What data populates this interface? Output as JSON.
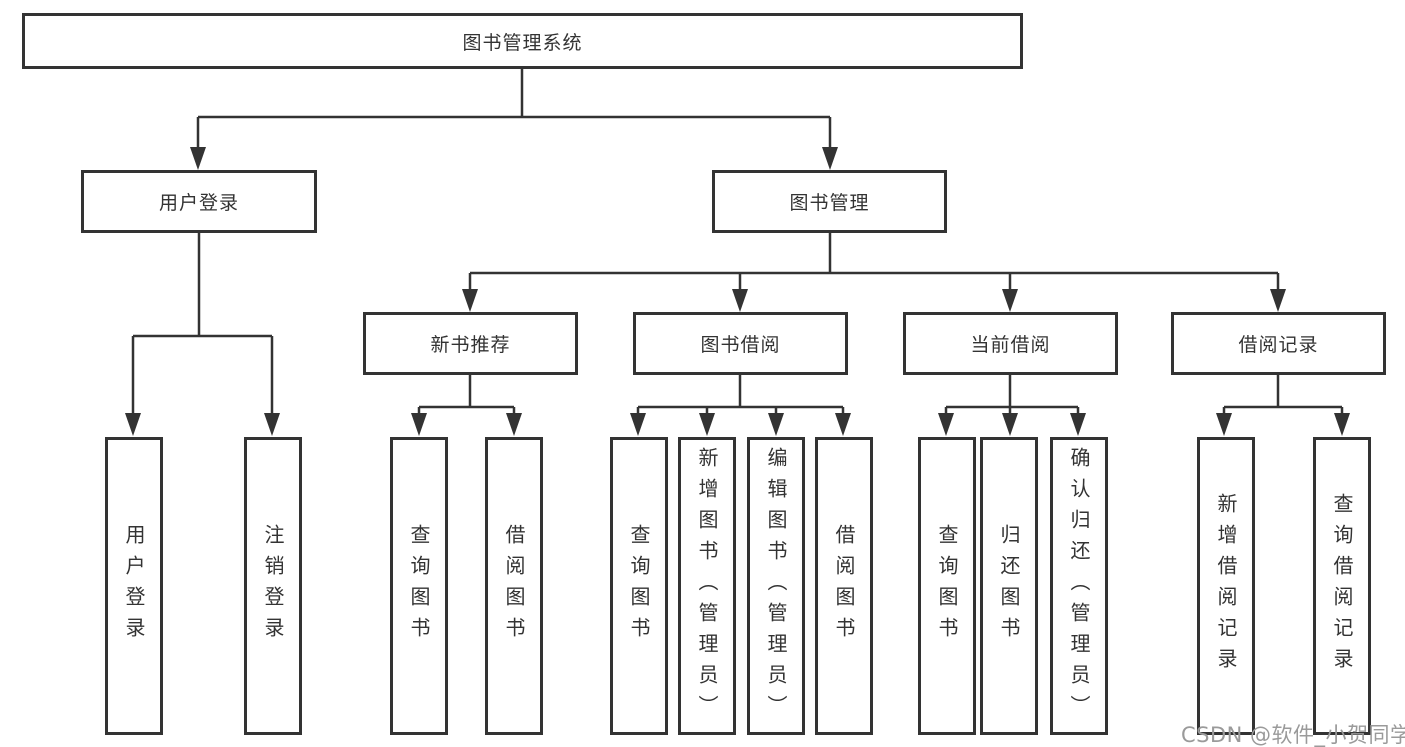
{
  "diagram": {
    "root": {
      "label": "图书管理系统"
    },
    "level2": [
      {
        "id": "user-login",
        "label": "用户登录"
      },
      {
        "id": "book-management",
        "label": "图书管理"
      }
    ],
    "level3": [
      {
        "id": "new-book-recommend",
        "label": "新书推荐",
        "parent": "book-management"
      },
      {
        "id": "book-borrowing",
        "label": "图书借阅",
        "parent": "book-management"
      },
      {
        "id": "current-borrowing",
        "label": "当前借阅",
        "parent": "book-management"
      },
      {
        "id": "borrowing-records",
        "label": "借阅记录",
        "parent": "book-management"
      }
    ],
    "level4": [
      {
        "label": "用户登录",
        "parent": "user-login"
      },
      {
        "label": "注销登录",
        "parent": "user-login"
      },
      {
        "label": "查询图书",
        "parent": "new-book-recommend"
      },
      {
        "label": "借阅图书",
        "parent": "new-book-recommend"
      },
      {
        "label": "查询图书",
        "parent": "book-borrowing"
      },
      {
        "label": "新增图书（管理员）",
        "parent": "book-borrowing"
      },
      {
        "label": "编辑图书（管理员）",
        "parent": "book-borrowing"
      },
      {
        "label": "借阅图书",
        "parent": "book-borrowing"
      },
      {
        "label": "查询图书",
        "parent": "current-borrowing"
      },
      {
        "label": "归还图书",
        "parent": "current-borrowing"
      },
      {
        "label": "确认归还（管理员）",
        "parent": "current-borrowing"
      },
      {
        "label": "新增借阅记录",
        "parent": "borrowing-records"
      },
      {
        "label": "查询借阅记录",
        "parent": "borrowing-records"
      }
    ]
  },
  "watermark": {
    "text": "CSDN @软件_小贺同学",
    "color": "#9a9a9a"
  },
  "colors": {
    "line": "#333333",
    "box_border": "#333333",
    "text": "#333333",
    "background": "#ffffff"
  }
}
